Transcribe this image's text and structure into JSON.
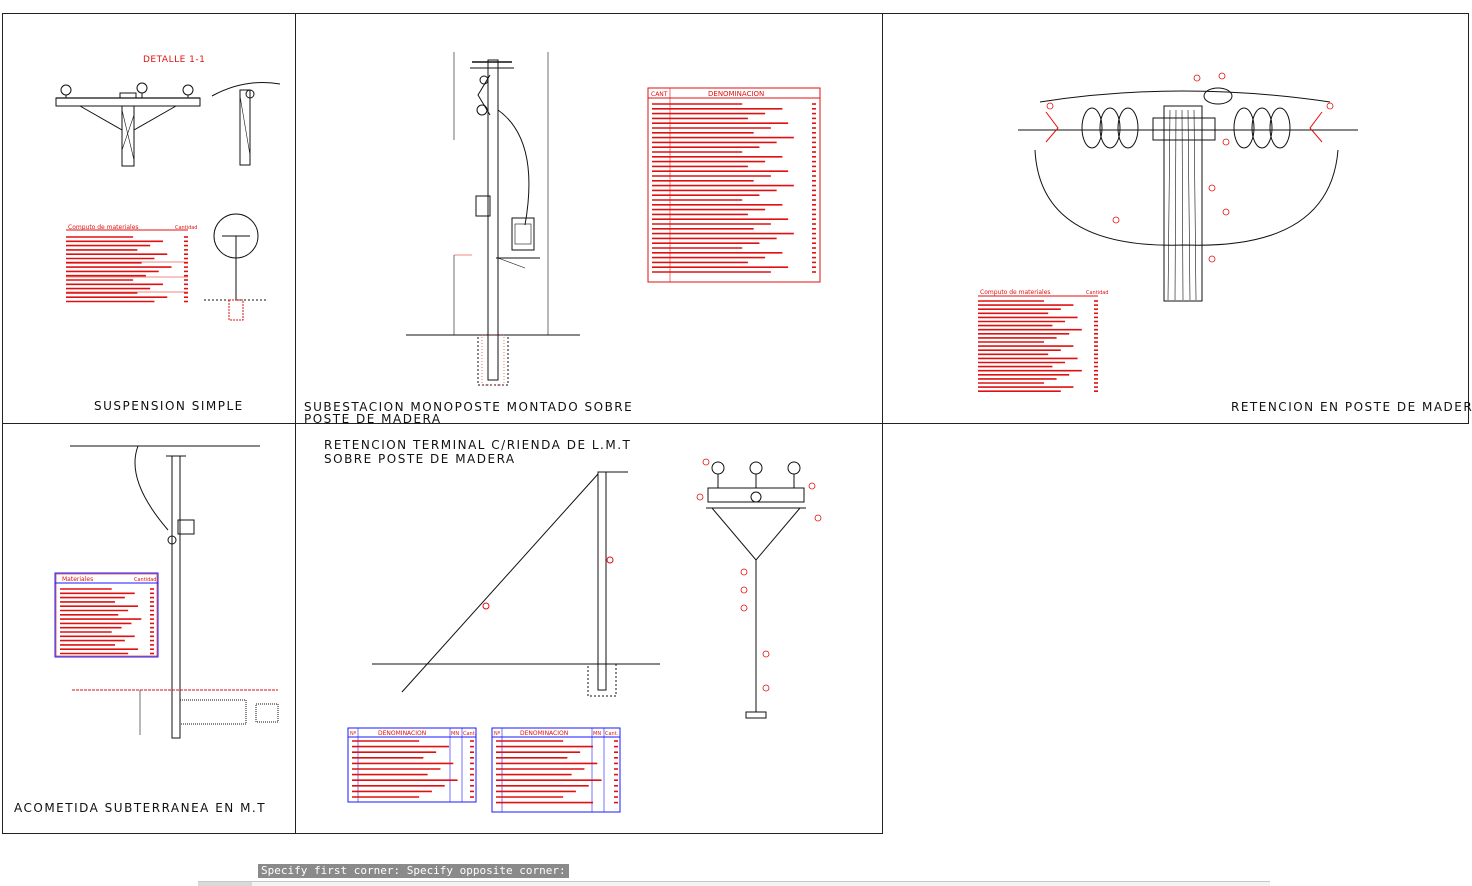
{
  "drawing": {
    "panels": {
      "suspension": {
        "title": "SUSPENSION SIMPLE",
        "detail_label": "DETALLE 1-1",
        "materials_header": "Computo de materiales",
        "qty_header": "Cantidad"
      },
      "substation": {
        "title_line1": "SUBESTACION MONOPOSTE MONTADO SOBRE",
        "title_line2": "POSTE DE MADERA",
        "table_header_cant": "CANT",
        "table_header_denom": "DENOMINACION"
      },
      "retention": {
        "title": "RETENCION EN POSTE DE MADERA",
        "materials_header": "Computo de materiales",
        "qty_header": "Cantidad"
      },
      "acometida": {
        "title": "ACOMETIDA SUBTERRANEA EN M.T",
        "materials_header": "Materiales",
        "qty_header": "Cantidad"
      },
      "terminal": {
        "title_line1": "RETENCION TERMINAL C/RIENDA DE L.M.T",
        "title_line2": "SOBRE POSTE DE MADERA",
        "table_headers": [
          "Nº",
          "DENOMINACION",
          "MN",
          "Cant."
        ]
      }
    },
    "colors": {
      "linework": "#111111",
      "annotation": "#e01010",
      "table_border_blue": "#1a1aff"
    }
  },
  "command_line": {
    "prompt": "Specify first corner: Specify opposite corner:"
  }
}
